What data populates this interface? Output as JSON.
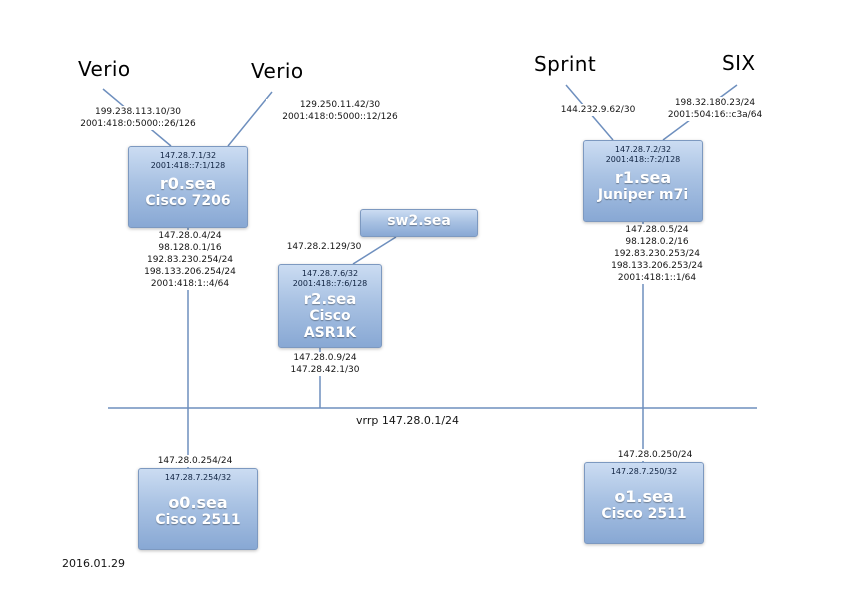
{
  "uplinks": {
    "verio1": {
      "label": "Verio",
      "lines": [
        "199.238.113.10/30",
        "2001:418:0:5000::26/126"
      ]
    },
    "verio2": {
      "label": "Verio",
      "lines": [
        "129.250.11.42/30",
        "2001:418:0:5000::12/126"
      ]
    },
    "sprint": {
      "label": "Sprint",
      "lines": [
        "144.232.9.62/30"
      ]
    },
    "six": {
      "label": "SIX",
      "lines": [
        "198.32.180.23/24",
        "2001:504:16::c3a/64"
      ]
    }
  },
  "nodes": {
    "r0": {
      "loopbacks": [
        "147.28.7.1/32",
        "2001:418::7:1/128"
      ],
      "name": "r0.sea",
      "model": "Cisco 7206",
      "addresses": [
        "147.28.0.4/24",
        "98.128.0.1/16",
        "192.83.230.254/24",
        "198.133.206.254/24",
        "2001:418:1::4/64"
      ]
    },
    "r1": {
      "loopbacks": [
        "147.28.7.2/32",
        "2001:418::7:2/128"
      ],
      "name": "r1.sea",
      "model": "Juniper m7i",
      "addresses": [
        "147.28.0.5/24",
        "98.128.0.2/16",
        "192.83.230.253/24",
        "198.133.206.253/24",
        "2001:418:1::1/64"
      ]
    },
    "sw2": {
      "name": "sw2.sea",
      "link_address": "147.28.2.129/30"
    },
    "r2": {
      "loopbacks": [
        "147.28.7.6/32",
        "2001:418::7:6/128"
      ],
      "name": "r2.sea",
      "model_lines": [
        "Cisco",
        "ASR1K"
      ],
      "addresses": [
        "147.28.0.9/24",
        "147.28.42.1/30"
      ]
    },
    "o0": {
      "loopbacks": [
        "147.28.7.254/32"
      ],
      "name": "o0.sea",
      "model": "Cisco 2511",
      "lan_address": "147.28.0.254/24"
    },
    "o1": {
      "loopbacks": [
        "147.28.7.250/32"
      ],
      "name": "o1.sea",
      "model": "Cisco 2511",
      "lan_address": "147.28.0.250/24"
    }
  },
  "lan": {
    "vrrp_label": "vrrp 147.28.0.1/24"
  },
  "footer": {
    "date": "2016.01.29"
  },
  "colors": {
    "node_gradient_top": "#cbdcf2",
    "node_gradient_bottom": "#88a8d4",
    "node_border": "#7d99c0",
    "link_line": "#6e8fbe"
  }
}
